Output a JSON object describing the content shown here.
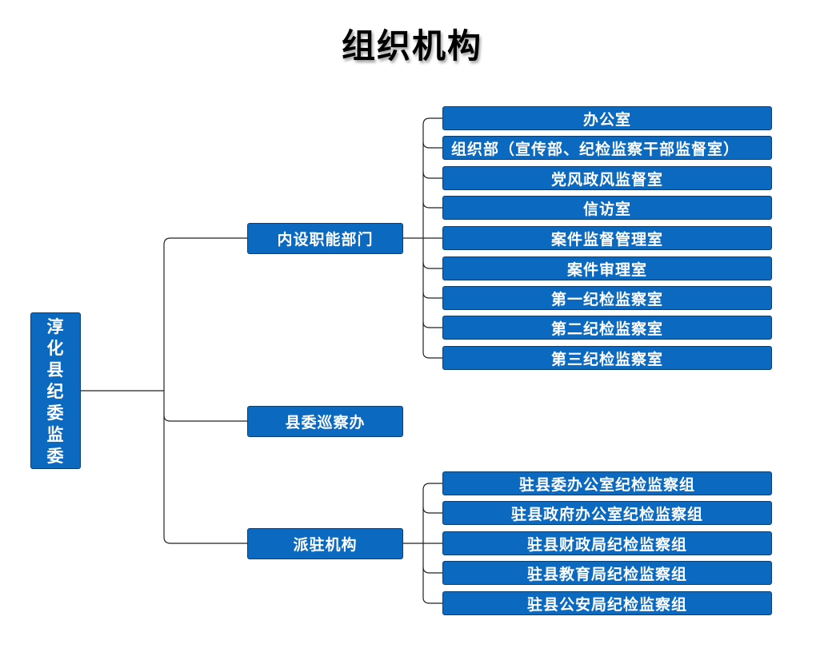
{
  "title": "组织机构",
  "root": {
    "label": "淳化县纪委监委"
  },
  "branches": [
    {
      "label": "内设职能部门",
      "children": [
        "办公室",
        "组织部（宣传部、纪检监察干部监督室）",
        "党风政风监督室",
        "信访室",
        "案件监督管理室",
        "案件审理室",
        "第一纪检监察室",
        "第二纪检监察室",
        "第三纪检监察室"
      ]
    },
    {
      "label": "县委巡察办",
      "children": []
    },
    {
      "label": "派驻机构",
      "children": [
        "驻县委办公室纪检监察组",
        "驻县政府办公室纪检监察组",
        "驻县财政局纪检监察组",
        "驻县教育局纪检监察组",
        "驻县公安局纪检监察组"
      ]
    }
  ],
  "colors": {
    "box_fill": "#0b69c0",
    "box_border": "#0a3f73",
    "line": "#222222"
  }
}
